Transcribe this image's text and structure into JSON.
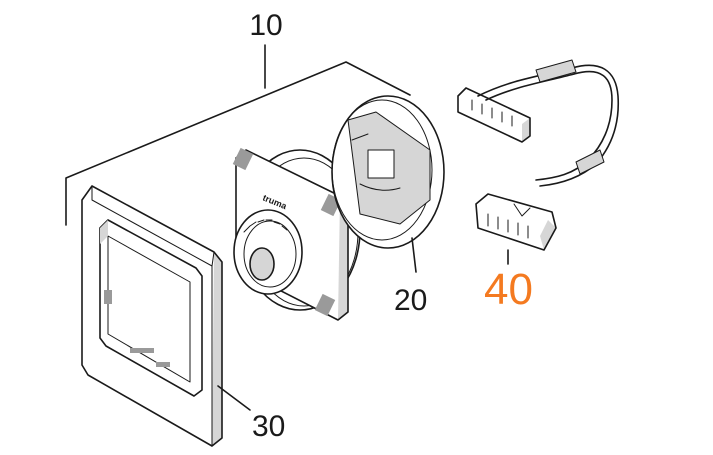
{
  "labels": {
    "group": "10",
    "back_cover": "20",
    "frame": "30",
    "cable": "40"
  },
  "brand_text": "truma",
  "colors": {
    "ink": "#1a1a1a",
    "highlight": "#f47a20",
    "shading": "#d6d6d6"
  }
}
